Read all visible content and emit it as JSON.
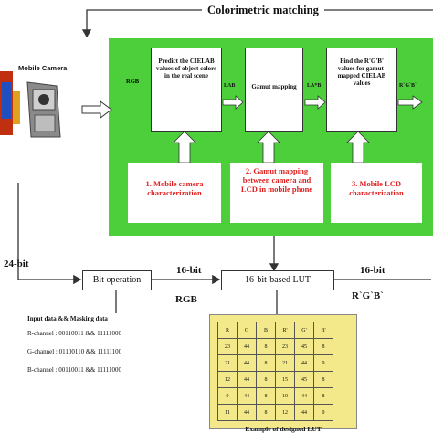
{
  "header": {
    "title": "Colorimetric matching"
  },
  "camera": {
    "label": "Mobile Camera"
  },
  "signals": {
    "rgb_in": "RGB",
    "lab1": "LAB",
    "lab2": "LA*B",
    "rgb_out": "R`G`B`",
    "bits24": "24-bit",
    "bits16_a": "16-bit",
    "bits16_b": "16-bit",
    "rgb_lower": "RGB",
    "rgb_prime_lower": "R`G`B`"
  },
  "process_boxes": [
    {
      "text": "Predict the CIELAB values of object colors in the real scene"
    },
    {
      "text": "Gamut mapping"
    },
    {
      "text": "Find the R'G'B' values for gamut-mapped CIELAB values"
    }
  ],
  "stages": [
    {
      "text": "1. Mobile camera characterization"
    },
    {
      "text": "2. Gamut mapping between camera and LCD in mobile phone"
    },
    {
      "text": "3. Mobile LCD characterization"
    }
  ],
  "blocks": {
    "bit_operation": "Bit operation",
    "lut": "16-bit-based LUT"
  },
  "masking": {
    "title": "Input data && Masking data",
    "rows": [
      "R-channel : 00110011 && 11111000",
      "G-channel : 01100110 && 11111100",
      "B-channel : 00110011 && 11111000"
    ]
  },
  "lut_table": {
    "header": [
      "R",
      "G",
      "B",
      "R'",
      "G'",
      "B'"
    ],
    "rows": [
      [
        "23",
        "44",
        "8",
        "23",
        "45",
        "8"
      ],
      [
        "21",
        "44",
        "8",
        "21",
        "44",
        "9"
      ],
      [
        "12",
        "44",
        "8",
        "15",
        "45",
        "8"
      ],
      [
        "9",
        "44",
        "8",
        "10",
        "44",
        "8"
      ],
      [
        "11",
        "44",
        "8",
        "12",
        "44",
        "9"
      ]
    ],
    "caption": "Example of designed LUT"
  },
  "colors": {
    "green": "#4ccf3a",
    "red": "#e02020",
    "lut_bg": "#f3e98a"
  }
}
